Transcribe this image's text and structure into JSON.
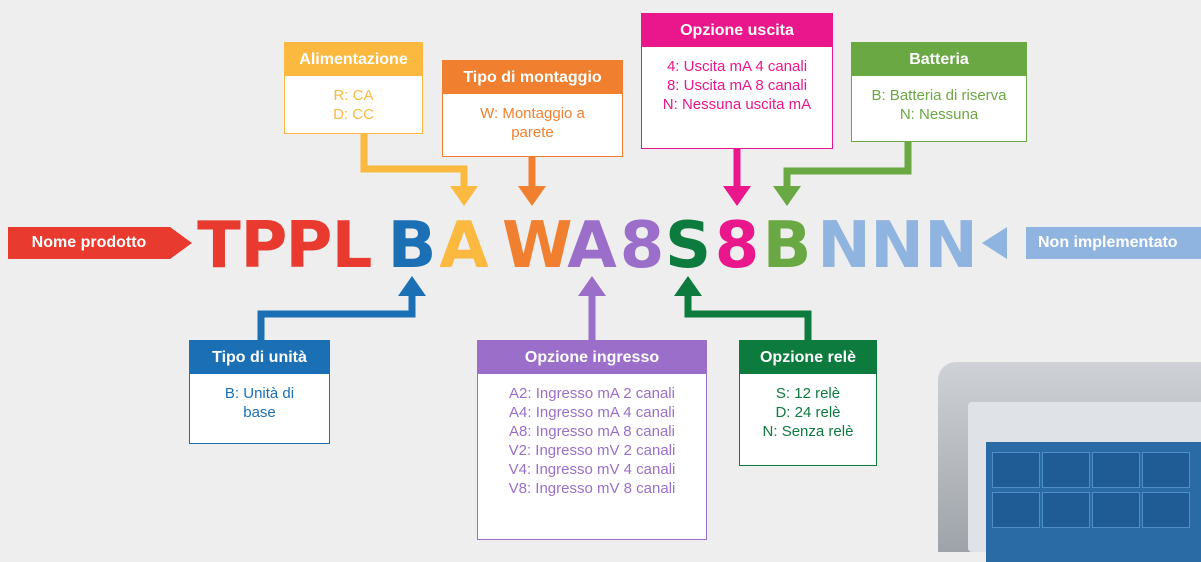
{
  "product_label": "Nome prodotto",
  "not_implemented_label": "Non implementato",
  "code_letters": [
    {
      "char": "T",
      "color": "#e83a2e"
    },
    {
      "char": "P",
      "color": "#e83a2e"
    },
    {
      "char": "P",
      "color": "#e83a2e"
    },
    {
      "char": "L",
      "color": "#e83a2e"
    },
    {
      "char": "B",
      "color": "#1a6fb5"
    },
    {
      "char": "A",
      "color": "#fbb93f"
    },
    {
      "char": "W",
      "color": "#f07f2f"
    },
    {
      "char": "A",
      "color": "#9b6fc9"
    },
    {
      "char": "8",
      "color": "#9b6fc9"
    },
    {
      "char": "S",
      "color": "#0d7a3e"
    },
    {
      "char": "8",
      "color": "#e9168c"
    },
    {
      "char": "B",
      "color": "#6aa843"
    },
    {
      "char": "N",
      "color": "#8fb4e0"
    },
    {
      "char": "N",
      "color": "#8fb4e0"
    },
    {
      "char": "N",
      "color": "#8fb4e0"
    }
  ],
  "boxes": {
    "alimentazione": {
      "title": "Alimentazione",
      "color": "#fbb93f",
      "lines": [
        "R: CA",
        "D: CC"
      ]
    },
    "tipo_montaggio": {
      "title": "Tipo di montaggio",
      "color": "#f07f2f",
      "lines": [
        "W: Montaggio a",
        "parete"
      ]
    },
    "opzione_uscita": {
      "title": "Opzione uscita",
      "color": "#e9168c",
      "lines": [
        "4: Uscita mA 4 canali",
        "8: Uscita mA 8 canali",
        "N: Nessuna uscita mA"
      ]
    },
    "batteria": {
      "title": "Batteria",
      "color": "#6aa843",
      "lines": [
        "B: Batteria di riserva",
        "N: Nessuna"
      ]
    },
    "tipo_unita": {
      "title": "Tipo di unità",
      "color": "#1a6fb5",
      "lines": [
        "B: Unità di",
        "base"
      ]
    },
    "opzione_ingresso": {
      "title": "Opzione ingresso",
      "color": "#9b6fc9",
      "lines": [
        "A2: Ingresso mA 2 canali",
        "A4: Ingresso mA 4 canali",
        "A8: Ingresso mA 8 canali",
        "V2: Ingresso mV 2 canali",
        "V4: Ingresso mV 4 canali",
        "V8: Ingresso mV 8 canali"
      ]
    },
    "opzione_rele": {
      "title": "Opzione relè",
      "color": "#0d7a3e",
      "lines": [
        "S: 12 relè",
        "D: 24 relè",
        "N: Senza relè"
      ]
    }
  },
  "colors": {
    "red": "#e83a2e",
    "light_blue": "#8fb4e0"
  }
}
